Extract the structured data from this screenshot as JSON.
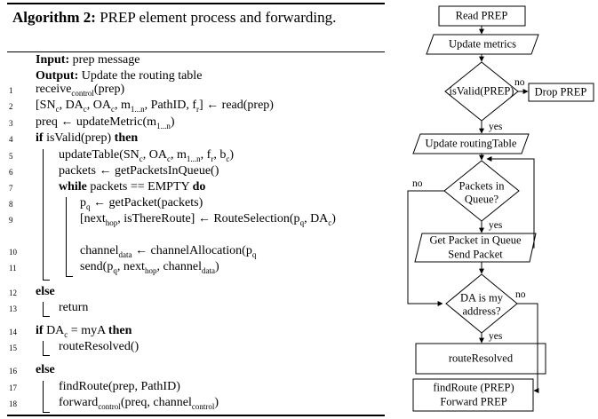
{
  "algorithm": {
    "title_bold": "Algorithm 2:",
    "title_text": " PREP element process and forwarding.",
    "input_kw": "Input:",
    "input_text": " prep message",
    "output_kw": "Output:",
    "output_text": " Update the routing table",
    "lines": [
      {
        "num": "1",
        "text": "receive_control(prep)"
      },
      {
        "num": "2",
        "text": "[SNc, DAc, OAc, m1...n, PathID, fr] ← read(prep)"
      },
      {
        "num": "3",
        "text": "preq ← updateMetric(m1...n)"
      },
      {
        "num": "4",
        "text": "if isValid(prep) then"
      },
      {
        "num": "5",
        "text": "updateTable(SNc, OAc, m1...n, fr, bc)"
      },
      {
        "num": "6",
        "text": "packets ← getPacketsInQueue()"
      },
      {
        "num": "7",
        "text": "while packets == EMPTY do"
      },
      {
        "num": "8",
        "text": "pq ← getPacket(packets)"
      },
      {
        "num": "9",
        "text": "[nexthop, isThereRoute] ← RouteSelection(pq, DAc)"
      },
      {
        "num": "10",
        "text": "channeldata ← channelAllocation(pq"
      },
      {
        "num": "11",
        "text": "send(pq, nexthop, channeldata)"
      },
      {
        "num": "12",
        "text": "else"
      },
      {
        "num": "13",
        "text": "return"
      },
      {
        "num": "14",
        "text": "if DAc = myA then"
      },
      {
        "num": "15",
        "text": "routeResolved()"
      },
      {
        "num": "16",
        "text": "else"
      },
      {
        "num": "17",
        "text": "findRoute(prep, PathID)"
      },
      {
        "num": "18",
        "text": "forwardcontrol(preq, channelcontrol)"
      }
    ]
  },
  "flowchart": {
    "read_prep": "Read PREP",
    "update_metrics": "Update metrics",
    "is_valid": "isValid(PREP)",
    "no_label_1": "no",
    "drop_prep": "Drop PREP",
    "yes_label_1": "yes",
    "update_routing": "Update routingTable",
    "no_label_2": "no",
    "packets_q_line1": "Packets in",
    "packets_q_line2": "Queue?",
    "yes_label_2": "yes",
    "get_packet_line1": "Get Packet in Queue",
    "get_packet_line2": "Send Packet",
    "da_q_line1": "DA is my",
    "da_q_line2": "address?",
    "no_label_3": "no",
    "yes_label_3": "yes",
    "route_resolved": "routeResolved",
    "find_route_line1": "findRoute (PREP)",
    "find_route_line2": "Forward PREP"
  }
}
